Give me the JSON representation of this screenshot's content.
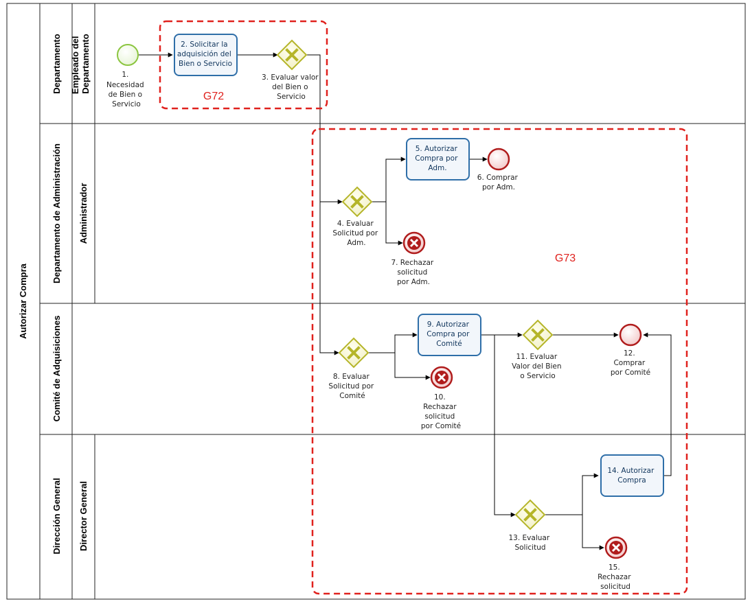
{
  "pool": {
    "title": "Autorizar Compra"
  },
  "lanes": [
    {
      "title": "Departamento",
      "sublane": "Empleado del Departamento"
    },
    {
      "title": "Departamento de Administración",
      "sublane": "Administrador"
    },
    {
      "title": "Comité de Adquisiciones",
      "sublane": ""
    },
    {
      "title": "Dirección General",
      "sublane": "Director General"
    }
  ],
  "nodes": {
    "n1": [
      "1.",
      "Necesidad",
      "de Bien o",
      "Servicio"
    ],
    "n2": [
      "2. Solicitar la",
      "adquisición del",
      "Bien o Servicio"
    ],
    "n3": [
      "3. Evaluar valor",
      "del Bien o",
      "Servicio"
    ],
    "n4": [
      "4. Evaluar",
      "Solicitud por",
      "Adm."
    ],
    "n5": [
      "5. Autorizar",
      "Compra por",
      "Adm."
    ],
    "n6": [
      "6. Comprar",
      "por Adm."
    ],
    "n7": [
      "7. Rechazar",
      "solicitud",
      "por Adm."
    ],
    "n8": [
      "8. Evaluar",
      "Solicitud por",
      "Comité"
    ],
    "n9": [
      "9. Autorizar",
      "Compra por",
      "Comité"
    ],
    "n10": [
      "10.",
      "Rechazar",
      "solicitud",
      "por Comité"
    ],
    "n11": [
      "11. Evaluar",
      "Valor del Bien",
      "o Servicio"
    ],
    "n12": [
      "12.",
      "Comprar",
      "por Comité"
    ],
    "n13": [
      "13. Evaluar",
      "Solicitud"
    ],
    "n14": [
      "14. Autorizar",
      "Compra"
    ],
    "n15": [
      "15.",
      "Rechazar",
      "solicitud"
    ]
  },
  "groups": {
    "g72": "G72",
    "g73": "G73"
  },
  "colors": {
    "start_event": "#8bc53f",
    "end_event": "#b01c1c",
    "gateway": "#b5b529",
    "task_border": "#2e6ea8",
    "group": "#e0211d"
  }
}
